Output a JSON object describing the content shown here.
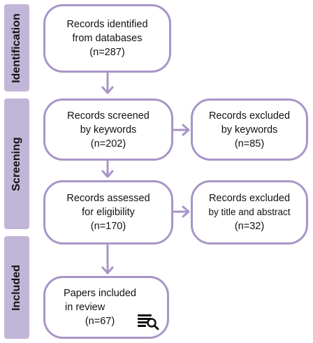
{
  "phases": {
    "identification": "Identification",
    "screening": "Screening",
    "included": "Included"
  },
  "boxes": {
    "identified": {
      "line1": "Records identified",
      "line2": "from databases",
      "line3": "(n=287)"
    },
    "screened": {
      "line1": "Records screened",
      "line2": "by keywords",
      "line3": "(n=202)"
    },
    "excluded_keywords": {
      "line1": "Records excluded",
      "line2": "by keywords",
      "line3": "(n=85)"
    },
    "assessed": {
      "line1": "Records assessed",
      "line2": "for eligibility",
      "line3": "(n=170)"
    },
    "excluded_abstract": {
      "line1": "Records excluded",
      "line2": "by title and abstract",
      "line3": "(n=32)"
    },
    "included": {
      "line1": "Papers included",
      "line2": "in review",
      "line3": "(n=67)"
    }
  },
  "colors": {
    "box_border": "#a895c7",
    "phase_bg": "#c2b6d8",
    "arrow": "#a895c7"
  },
  "icons": {
    "included": "document-search-icon"
  }
}
